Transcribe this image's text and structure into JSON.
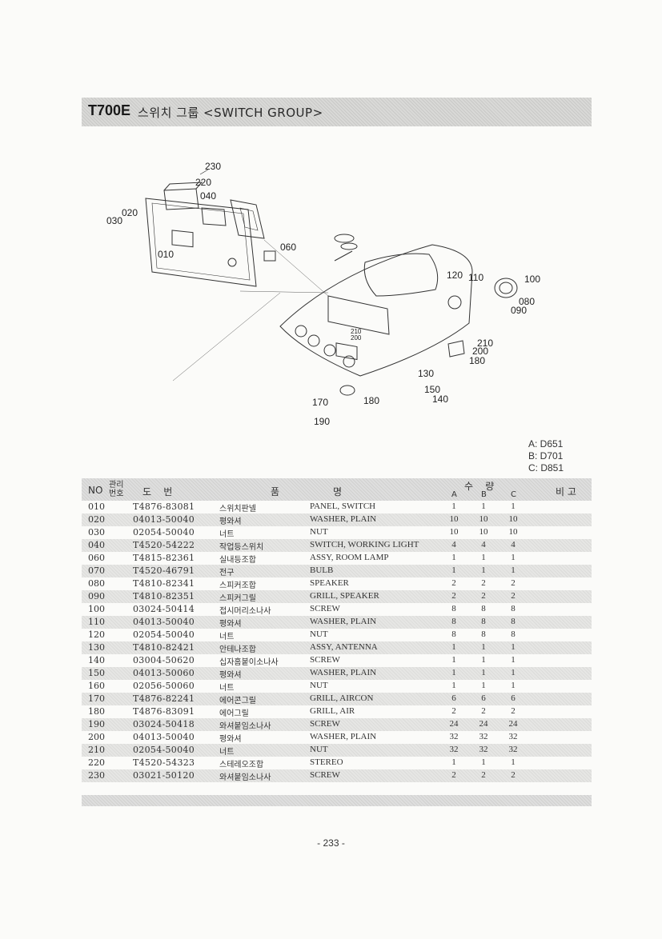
{
  "title": {
    "code": "T700E",
    "text": "스위치 그룹 <SWITCH GROUP>"
  },
  "diagram": {
    "callouts": [
      "230",
      "220",
      "040",
      "020",
      "030",
      "010",
      "060",
      "120",
      "110",
      "100",
      "080",
      "090",
      "210",
      "200",
      "180",
      "210",
      "200",
      "130",
      "150",
      "140",
      "170",
      "180",
      "190"
    ]
  },
  "models": [
    "A: D651",
    "B: D701",
    "C: D851"
  ],
  "columns": {
    "no": "NO",
    "mgmt_1": "관리",
    "mgmt_2": "번호",
    "drawing": "도    번",
    "name_1": "품",
    "name_2": "명",
    "qty": "수    량",
    "qty_a": "A",
    "qty_b": "B",
    "qty_c": "C",
    "remarks": "비 고"
  },
  "rows": [
    {
      "no": "010",
      "code": "T4876-83081",
      "kr": "스위치판넬",
      "en": "PANEL, SWITCH",
      "a": "1",
      "b": "1",
      "c": "1"
    },
    {
      "no": "020",
      "code": "04013-50040",
      "kr": "평와셔",
      "en": "WASHER, PLAIN",
      "a": "10",
      "b": "10",
      "c": "10"
    },
    {
      "no": "030",
      "code": "02054-50040",
      "kr": "너트",
      "en": "NUT",
      "a": "10",
      "b": "10",
      "c": "10"
    },
    {
      "no": "040",
      "code": "T4520-54222",
      "kr": "작업등스위치",
      "en": "SWITCH, WORKING LIGHT",
      "a": "4",
      "b": "4",
      "c": "4"
    },
    {
      "no": "060",
      "code": "T4815-82361",
      "kr": "실내등조합",
      "en": "ASSY, ROOM LAMP",
      "a": "1",
      "b": "1",
      "c": "1"
    },
    {
      "no": "070",
      "code": "T4520-46791",
      "kr": "전구",
      "en": "BULB",
      "a": "1",
      "b": "1",
      "c": "1"
    },
    {
      "no": "080",
      "code": "T4810-82341",
      "kr": "스피커조합",
      "en": "SPEAKER",
      "a": "2",
      "b": "2",
      "c": "2"
    },
    {
      "no": "090",
      "code": "T4810-82351",
      "kr": "스피커그릴",
      "en": "GRILL, SPEAKER",
      "a": "2",
      "b": "2",
      "c": "2"
    },
    {
      "no": "100",
      "code": "03024-50414",
      "kr": "접시머리소나사",
      "en": "SCREW",
      "a": "8",
      "b": "8",
      "c": "8"
    },
    {
      "no": "110",
      "code": "04013-50040",
      "kr": "평와셔",
      "en": "WASHER, PLAIN",
      "a": "8",
      "b": "8",
      "c": "8"
    },
    {
      "no": "120",
      "code": "02054-50040",
      "kr": "너트",
      "en": "NUT",
      "a": "8",
      "b": "8",
      "c": "8"
    },
    {
      "no": "130",
      "code": "T4810-82421",
      "kr": "안테나조합",
      "en": "ASSY, ANTENNA",
      "a": "1",
      "b": "1",
      "c": "1"
    },
    {
      "no": "140",
      "code": "03004-50620",
      "kr": "십자홈붙이소나사",
      "en": "SCREW",
      "a": "1",
      "b": "1",
      "c": "1"
    },
    {
      "no": "150",
      "code": "04013-50060",
      "kr": "평와셔",
      "en": "WASHER, PLAIN",
      "a": "1",
      "b": "1",
      "c": "1"
    },
    {
      "no": "160",
      "code": "02056-50060",
      "kr": "너트",
      "en": "NUT",
      "a": "1",
      "b": "1",
      "c": "1"
    },
    {
      "no": "170",
      "code": "T4876-82241",
      "kr": "에어콘그릴",
      "en": "GRILL, AIRCON",
      "a": "6",
      "b": "6",
      "c": "6"
    },
    {
      "no": "180",
      "code": "T4876-83091",
      "kr": "에어그릴",
      "en": "GRILL, AIR",
      "a": "2",
      "b": "2",
      "c": "2"
    },
    {
      "no": "190",
      "code": "03024-50418",
      "kr": "와셔붙임소나사",
      "en": "SCREW",
      "a": "24",
      "b": "24",
      "c": "24"
    },
    {
      "no": "200",
      "code": "04013-50040",
      "kr": "평와셔",
      "en": "WASHER, PLAIN",
      "a": "32",
      "b": "32",
      "c": "32"
    },
    {
      "no": "210",
      "code": "02054-50040",
      "kr": "너트",
      "en": "NUT",
      "a": "32",
      "b": "32",
      "c": "32"
    },
    {
      "no": "220",
      "code": "T4520-54323",
      "kr": "스테레오조합",
      "en": "STEREO",
      "a": "1",
      "b": "1",
      "c": "1"
    },
    {
      "no": "230",
      "code": "03021-50120",
      "kr": "와셔붙임소나사",
      "en": "SCREW",
      "a": "2",
      "b": "2",
      "c": "2"
    }
  ],
  "page_number": "- 233 -"
}
